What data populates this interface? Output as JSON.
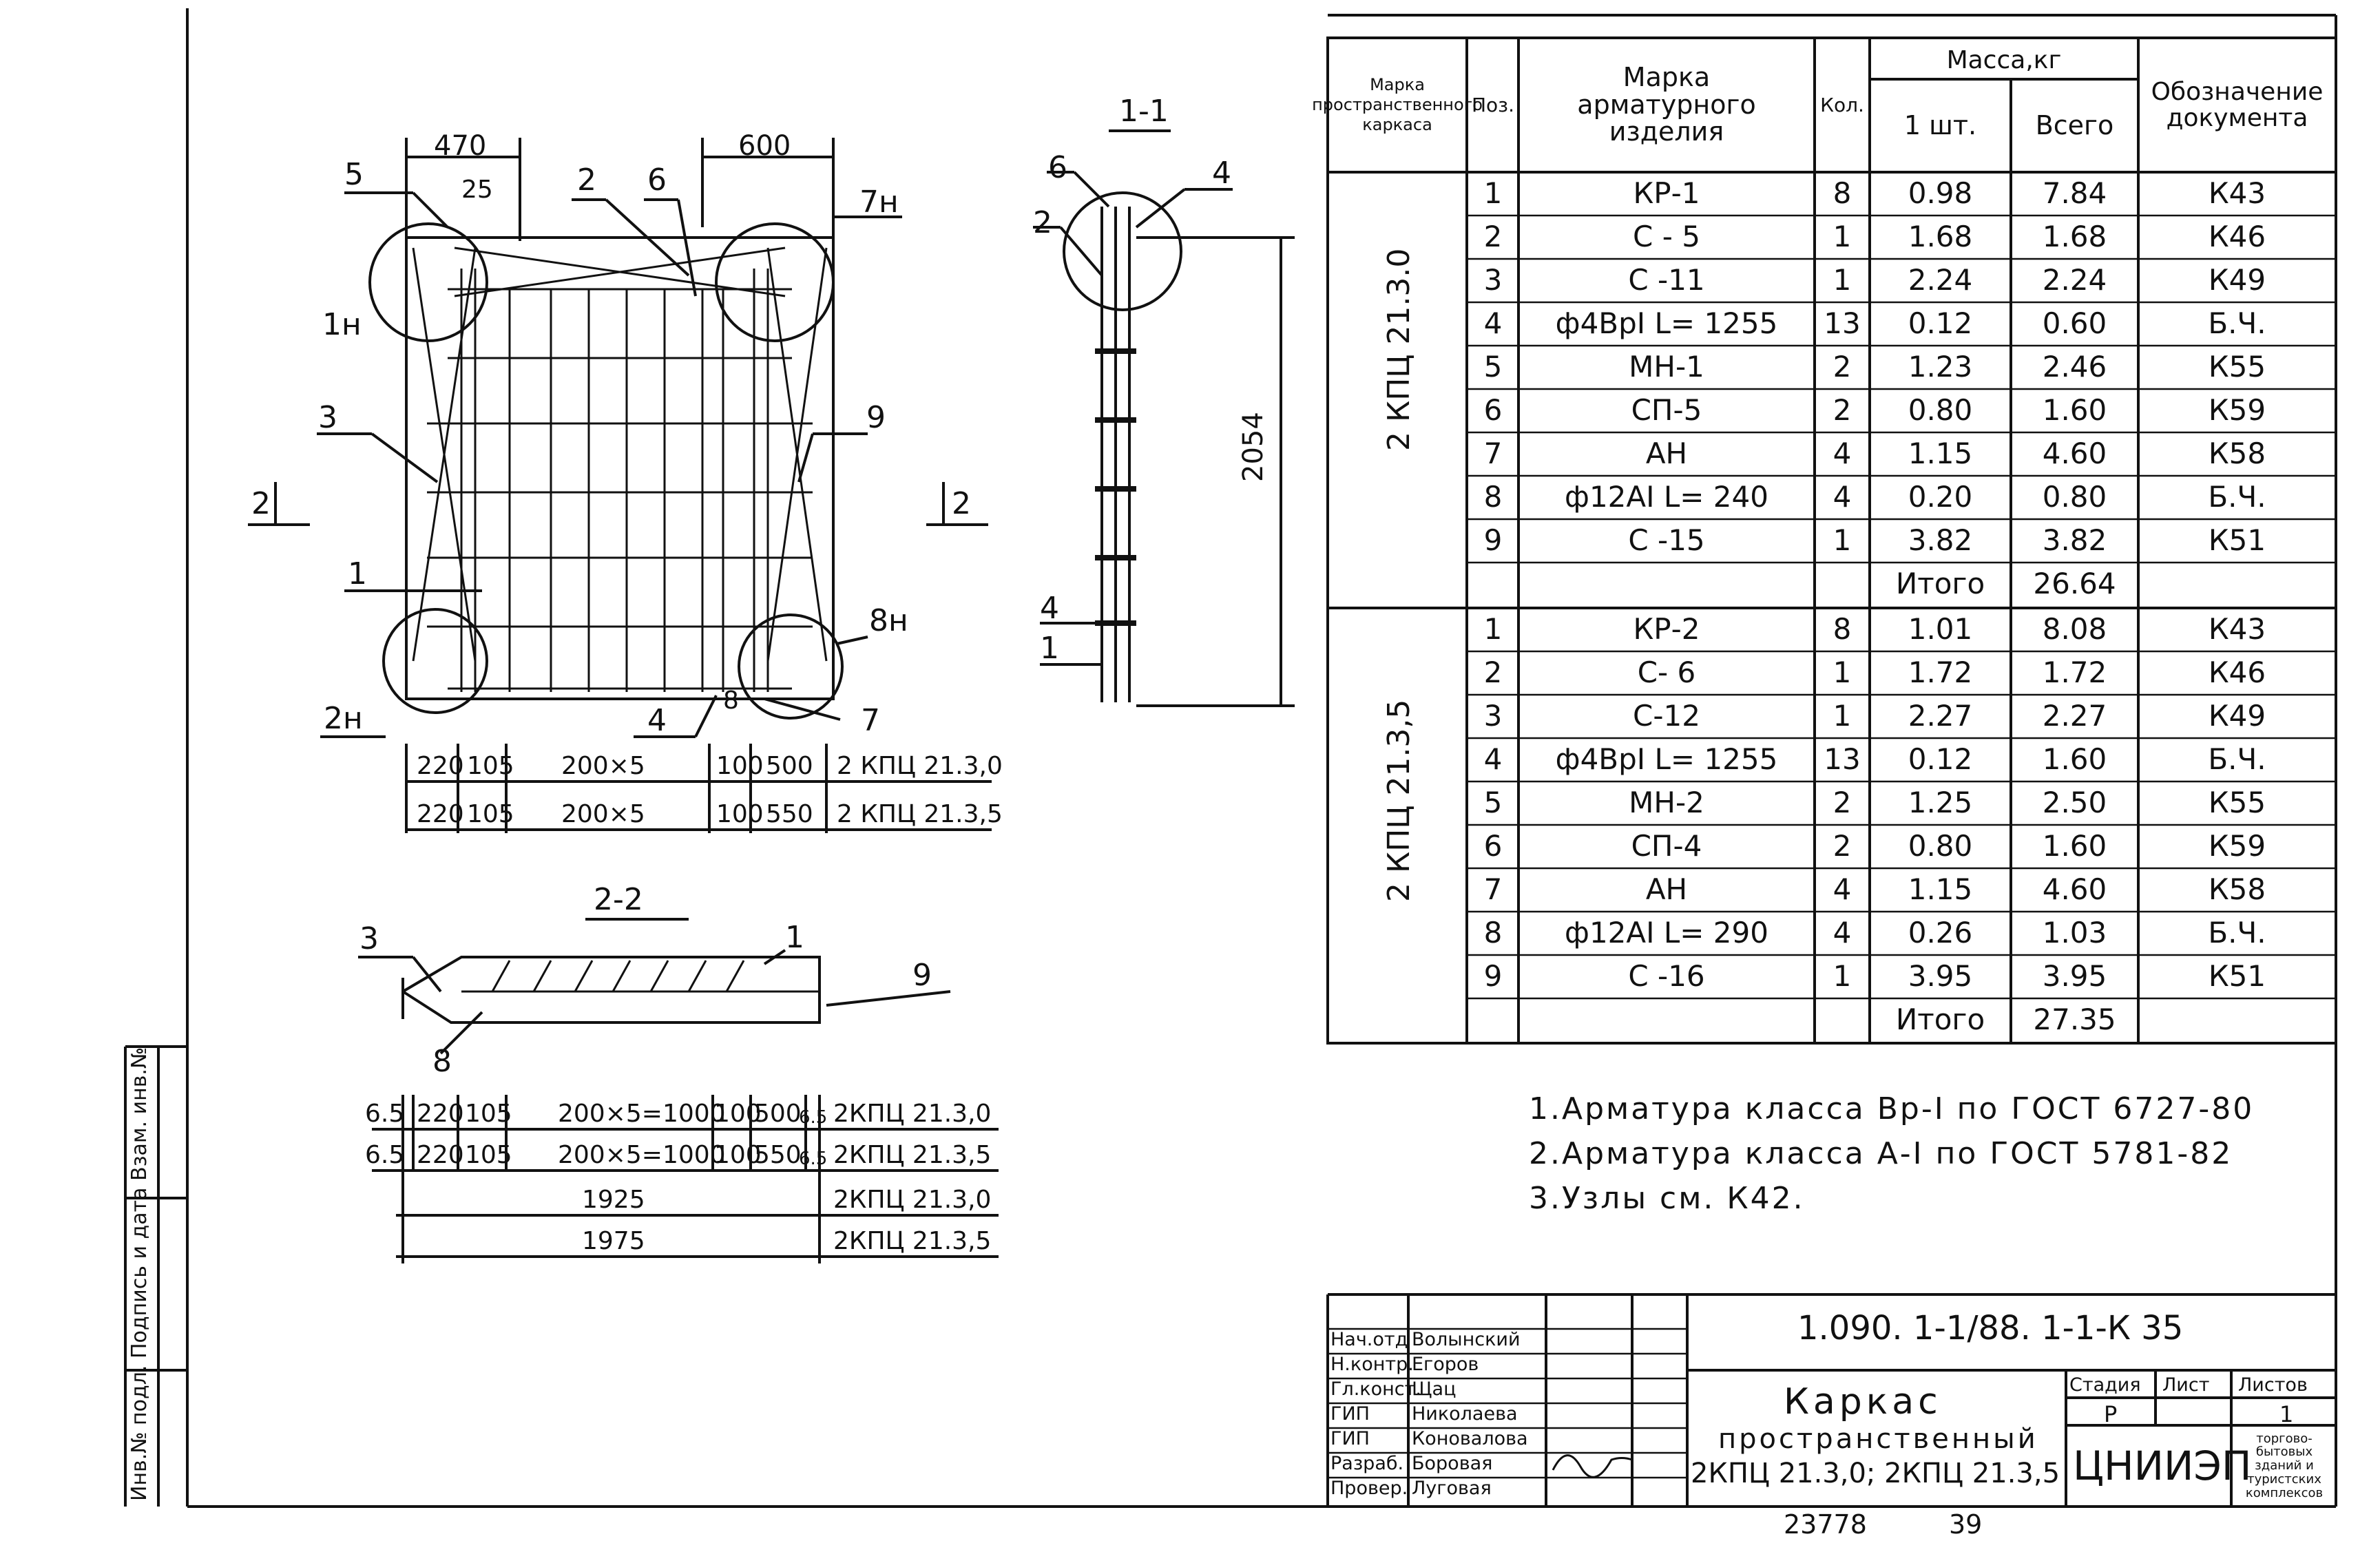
{
  "sections": {
    "s11": "1-1",
    "s22": "2-2",
    "arrow_left": "2",
    "arrow_right": "2"
  },
  "callouts": {
    "c5": "5",
    "c25": "25",
    "c2": "2",
    "c6": "6",
    "c7n": "7н",
    "c1n": "1н",
    "c3": "3",
    "c9": "9",
    "c1": "1",
    "c8n": "8н",
    "c2n": "2н",
    "c4": "4",
    "c8": "8",
    "c7": "7",
    "s_c6": "6",
    "s_c4": "4",
    "s_c2": "2",
    "s_c4b": "4",
    "s_c1": "1",
    "b_c3": "3",
    "b_c1": "1",
    "b_c9": "9",
    "b_c8": "8"
  },
  "dims": {
    "d470": "470",
    "d600": "600",
    "d2054": "2054",
    "row1": [
      "220",
      "105",
      "200×5",
      "100",
      "500",
      "2 КПЦ 21.3,0"
    ],
    "row2": [
      "220",
      "105",
      "200×5",
      "100",
      "550",
      "2 КПЦ 21.3,5"
    ],
    "brow1": [
      "6.5",
      "220",
      "105",
      "200×5=1000",
      "100",
      "500",
      "6.5",
      "2КПЦ 21.3,0"
    ],
    "brow2": [
      "6.5",
      "220",
      "105",
      "200×5=1000",
      "100",
      "550",
      "6.5",
      "2КПЦ 21.3,5"
    ],
    "len1": "1925",
    "len1_mark": "2КПЦ 21.3,0",
    "len2": "1975",
    "len2_mark": "2КПЦ 21.3,5"
  },
  "table": {
    "headers": {
      "mark_frame": "Марка пространственного каркаса",
      "pos": "Поз.",
      "mark_item": "Марка арматурного изделия",
      "qty": "Кол.",
      "mass": "Масса,кг",
      "mass_one": "1 шт.",
      "mass_total": "Всего",
      "doc": "Обозначение документа"
    },
    "groups": [
      {
        "name": "2 КПЦ 21.3.0",
        "rows": [
          {
            "pos": "1",
            "mark": "КР-1",
            "qty": "8",
            "one": "0.98",
            "total": "7.84",
            "doc": "К43"
          },
          {
            "pos": "2",
            "mark": "С - 5",
            "qty": "1",
            "one": "1.68",
            "total": "1.68",
            "doc": "К46"
          },
          {
            "pos": "3",
            "mark": "С -11",
            "qty": "1",
            "one": "2.24",
            "total": "2.24",
            "doc": "К49"
          },
          {
            "pos": "4",
            "mark": "ф4ВрI  L= 1255",
            "qty": "13",
            "one": "0.12",
            "total": "0.60",
            "doc": "Б.Ч."
          },
          {
            "pos": "5",
            "mark": "МН-1",
            "qty": "2",
            "one": "1.23",
            "total": "2.46",
            "doc": "К55"
          },
          {
            "pos": "6",
            "mark": "СП-5",
            "qty": "2",
            "one": "0.80",
            "total": "1.60",
            "doc": "К59"
          },
          {
            "pos": "7",
            "mark": "АН",
            "qty": "4",
            "one": "1.15",
            "total": "4.60",
            "doc": "К58"
          },
          {
            "pos": "8",
            "mark": "ф12АI  L= 240",
            "qty": "4",
            "one": "0.20",
            "total": "0.80",
            "doc": "Б.Ч."
          },
          {
            "pos": "9",
            "mark": "С -15",
            "qty": "1",
            "one": "3.82",
            "total": "3.82",
            "doc": "К51"
          }
        ],
        "total_label": "Итого",
        "total_value": "26.64"
      },
      {
        "name": "2 КПЦ 21.3,5",
        "rows": [
          {
            "pos": "1",
            "mark": "КР-2",
            "qty": "8",
            "one": "1.01",
            "total": "8.08",
            "doc": "К43"
          },
          {
            "pos": "2",
            "mark": "С- 6",
            "qty": "1",
            "one": "1.72",
            "total": "1.72",
            "doc": "К46"
          },
          {
            "pos": "3",
            "mark": "С-12",
            "qty": "1",
            "one": "2.27",
            "total": "2.27",
            "doc": "К49"
          },
          {
            "pos": "4",
            "mark": "ф4ВрI   L= 1255",
            "qty": "13",
            "one": "0.12",
            "total": "1.60",
            "doc": "Б.Ч."
          },
          {
            "pos": "5",
            "mark": "МН-2",
            "qty": "2",
            "one": "1.25",
            "total": "2.50",
            "doc": "К55"
          },
          {
            "pos": "6",
            "mark": "СП-4",
            "qty": "2",
            "one": "0.80",
            "total": "1.60",
            "doc": "К59"
          },
          {
            "pos": "7",
            "mark": "АН",
            "qty": "4",
            "one": "1.15",
            "total": "4.60",
            "doc": "К58"
          },
          {
            "pos": "8",
            "mark": "ф12АI  L= 290",
            "qty": "4",
            "one": "0.26",
            "total": "1.03",
            "doc": "Б.Ч."
          },
          {
            "pos": "9",
            "mark": "С -16",
            "qty": "1",
            "one": "3.95",
            "total": "3.95",
            "doc": "К51"
          }
        ],
        "total_label": "Итого",
        "total_value": "27.35"
      }
    ]
  },
  "notes": [
    "1.Арматура класса Вр-I по ГОСТ 6727-80",
    "2.Арматура класса А-I по ГОСТ 5781-82",
    "3.Узлы см. К42."
  ],
  "stamp": {
    "code": "1.090. 1-1/88. 1-1-К 35",
    "title_lines": [
      "Каркас",
      "пространственный",
      "2КПЦ 21.3,0;  2КПЦ 21.3,5"
    ],
    "stage_label": "Стадия",
    "stage_value": "Р",
    "sheet_label": "Лист",
    "sheet_value": "",
    "sheets_label": "Листов",
    "sheets_value": "1",
    "org": "ЦНИИЭП",
    "org_note": "торгово-бытовых зданий и туристских комплексов",
    "people": [
      {
        "role": "Нач.отд",
        "name": "Волынский"
      },
      {
        "role": "Н.контр.",
        "name": "Егоров"
      },
      {
        "role": "Гл.конст.",
        "name": "Щац"
      },
      {
        "role": "ГИП",
        "name": "Николаева"
      },
      {
        "role": "ГИП",
        "name": "Коновалова"
      },
      {
        "role": "Разраб.",
        "name": "Боровая"
      },
      {
        "role": "Провер.",
        "name": "Луговая"
      }
    ],
    "bottom_number": "23778",
    "bottom_page": "39"
  },
  "side_stamp": {
    "text": "Инв.№ подл.  Подпись и дата  Взам. инв.№"
  }
}
